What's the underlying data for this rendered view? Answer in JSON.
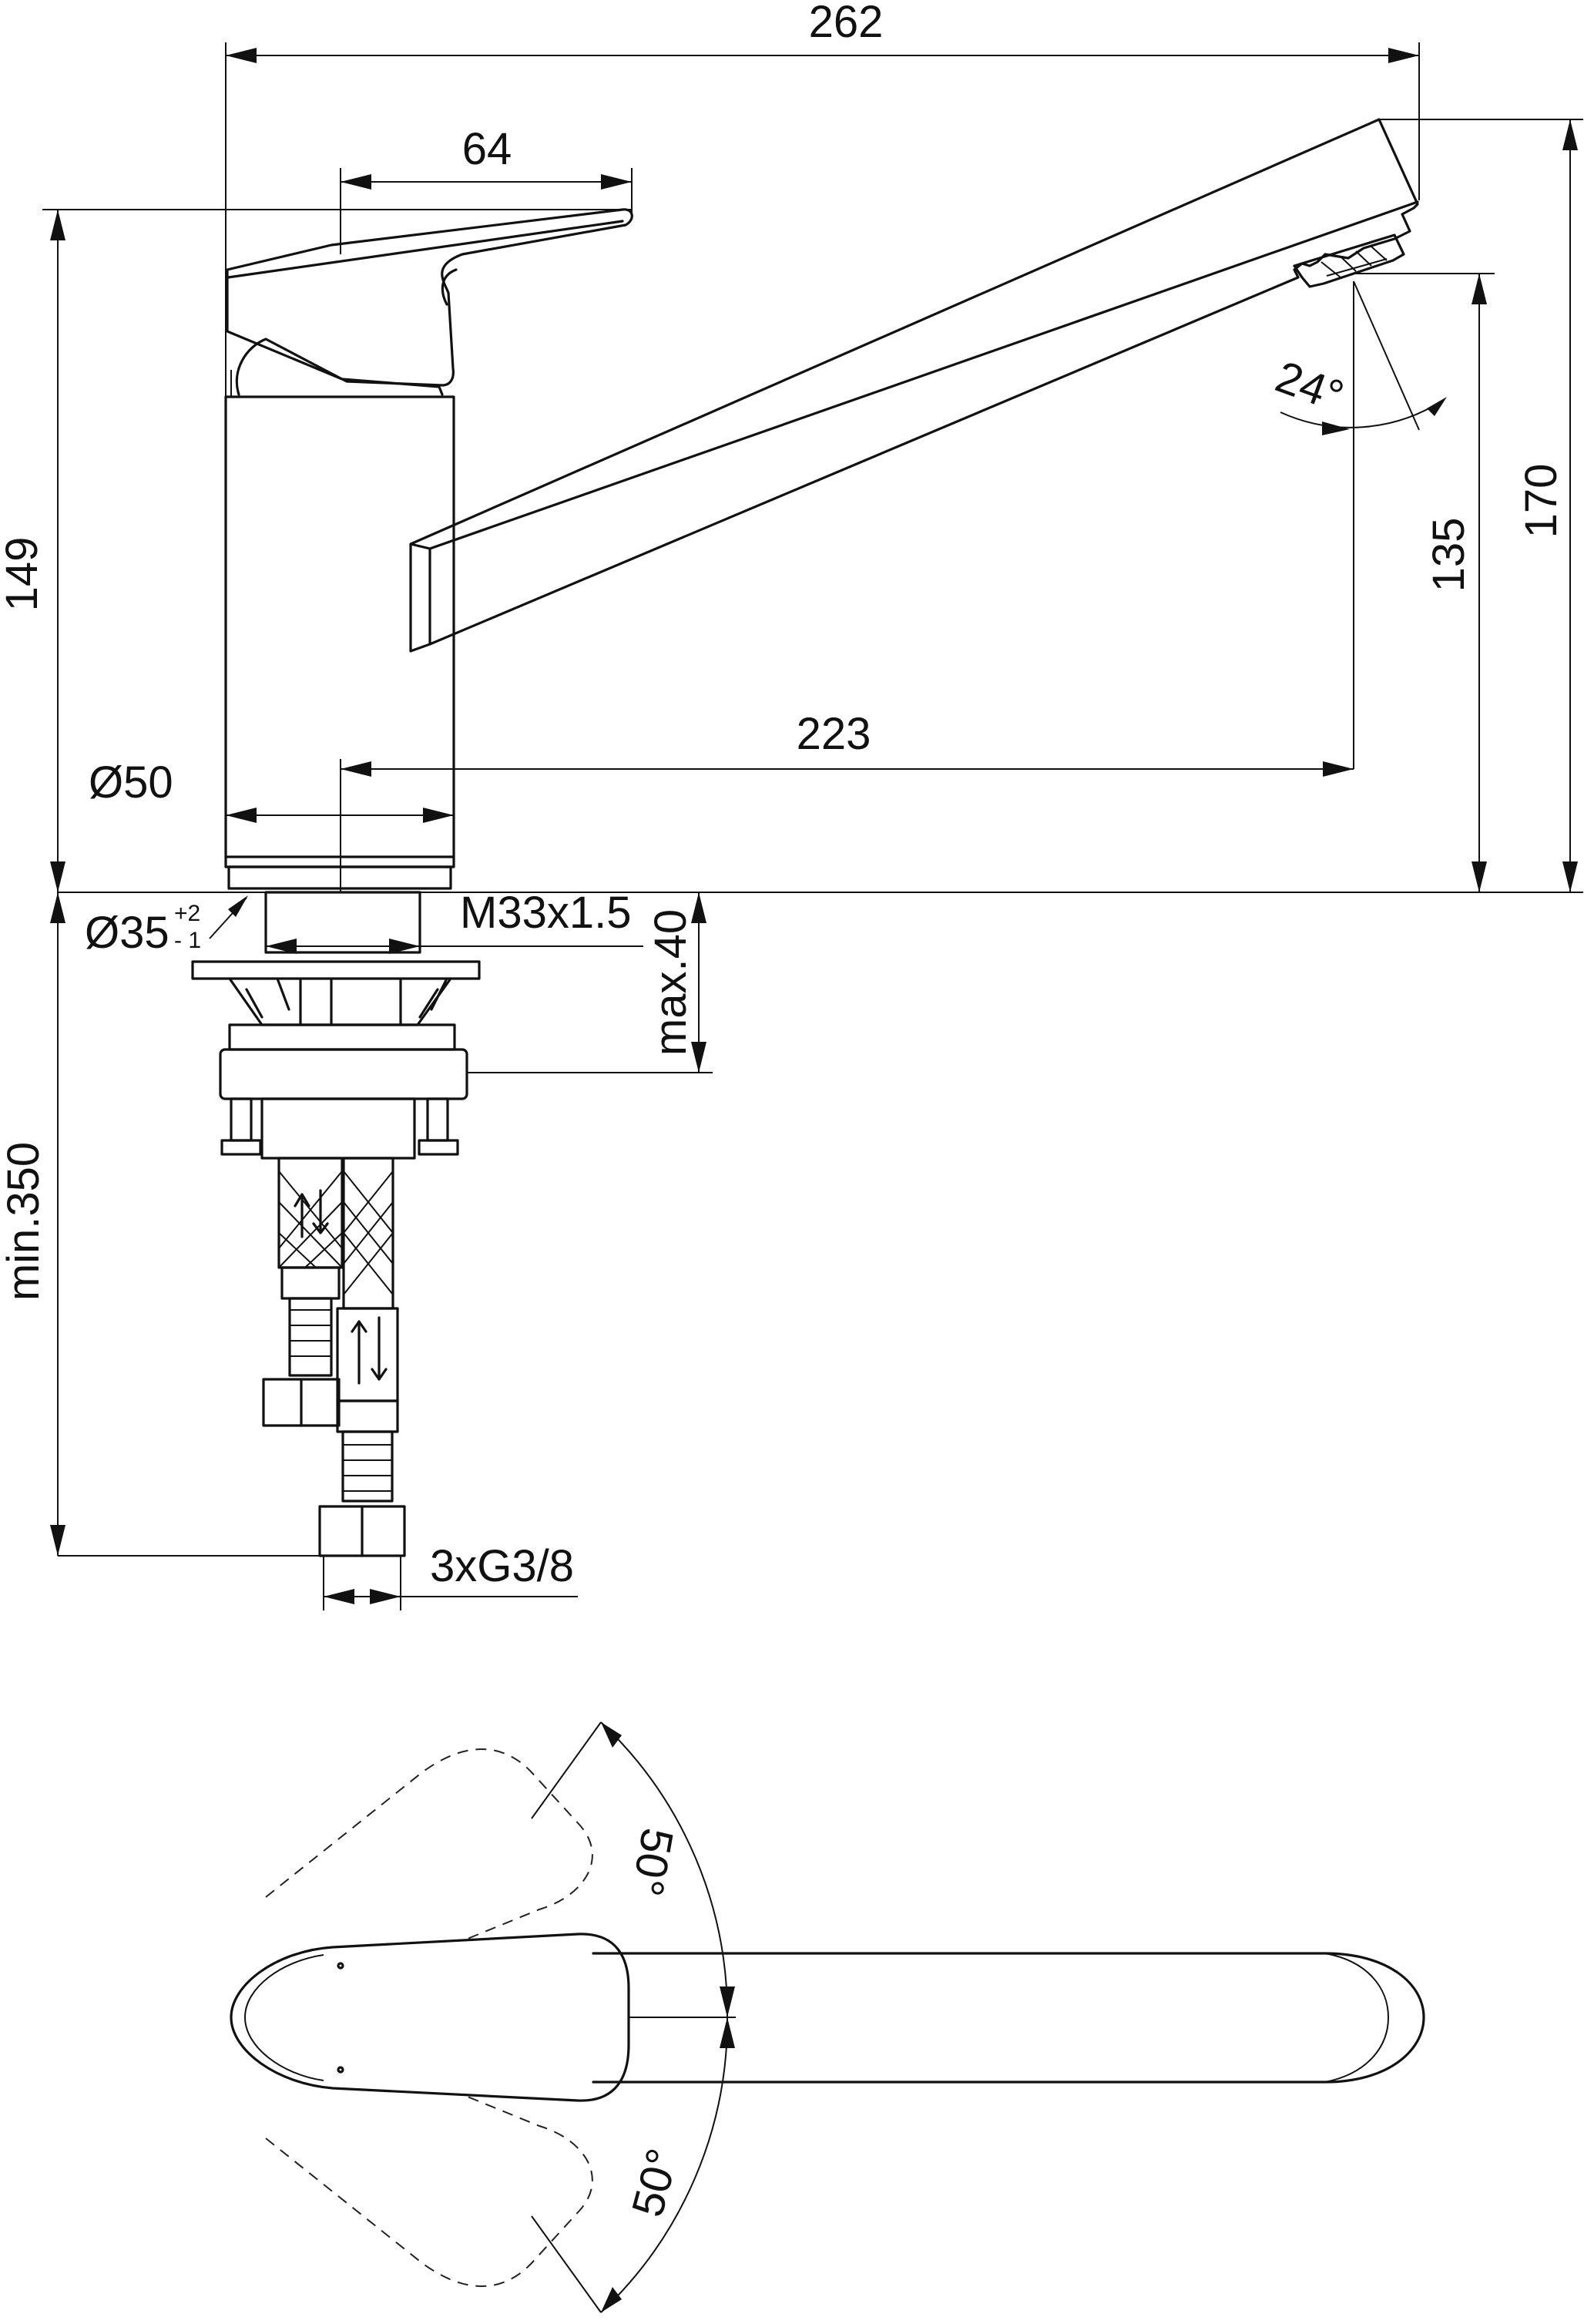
{
  "dimensions": {
    "overall_width": "262",
    "lever_length": "64",
    "height_body": "149",
    "height_total": "170",
    "outlet_height": "135",
    "spout_reach": "223",
    "body_diameter": "Ø50",
    "hole_diameter": "Ø35",
    "hole_tol_plus": "+2",
    "hole_tol_minus": "- 1",
    "thread": "M33x1.5",
    "max_thickness": "max.40",
    "hose_length": "min.350",
    "hose_thread": "3xG3/8",
    "spray_angle": "24°",
    "lever_angle_top": "50°",
    "lever_angle_bottom": "50°"
  }
}
